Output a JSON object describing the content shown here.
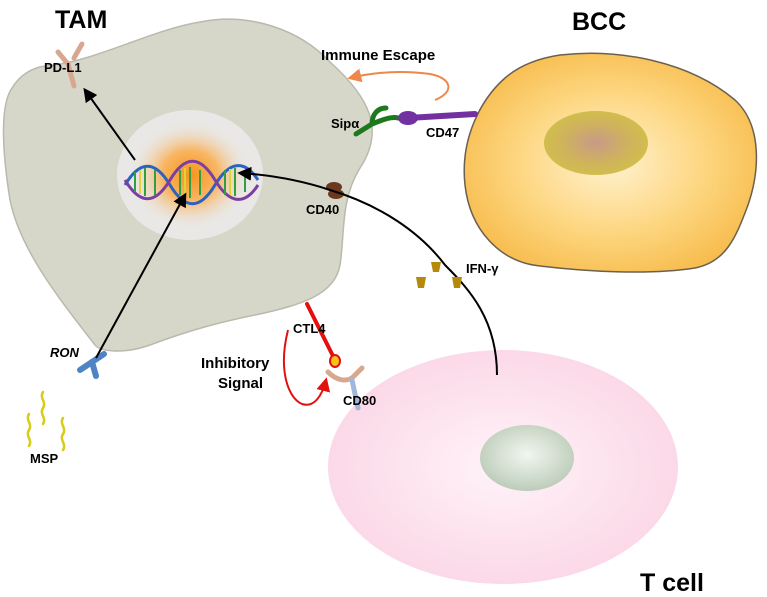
{
  "labels": {
    "tam": "TAM",
    "bcc": "BCC",
    "t_cell": "T cell",
    "pd_l1": "PD-L1",
    "immune_escape": "Immune Escape",
    "sip_alpha": "Sipα",
    "cd47": "CD47",
    "cd40": "CD40",
    "ifn_gamma": "IFN-γ",
    "ctl4": "CTL4",
    "inhibitory": "Inhibitory",
    "signal": "Signal",
    "cd80": "CD80",
    "ron": "RON",
    "msp": "MSP"
  },
  "colors": {
    "tam_fill": "#d6d6c9",
    "bcc_fill": "#fbc964",
    "t_cell_fill": "#fbe1ee",
    "nucleus_glow": "#f7971e",
    "immune_escape_arrow": "#f0874a",
    "inhibitory_arrow": "#e31010",
    "sip_alpha": "#1c7a1c",
    "cd47": "#7330a0",
    "ifn_gamma": "#b5890c",
    "ron": "#4f84c4",
    "msp": "#d8cc18",
    "pd_l1": "#d7a88f"
  }
}
